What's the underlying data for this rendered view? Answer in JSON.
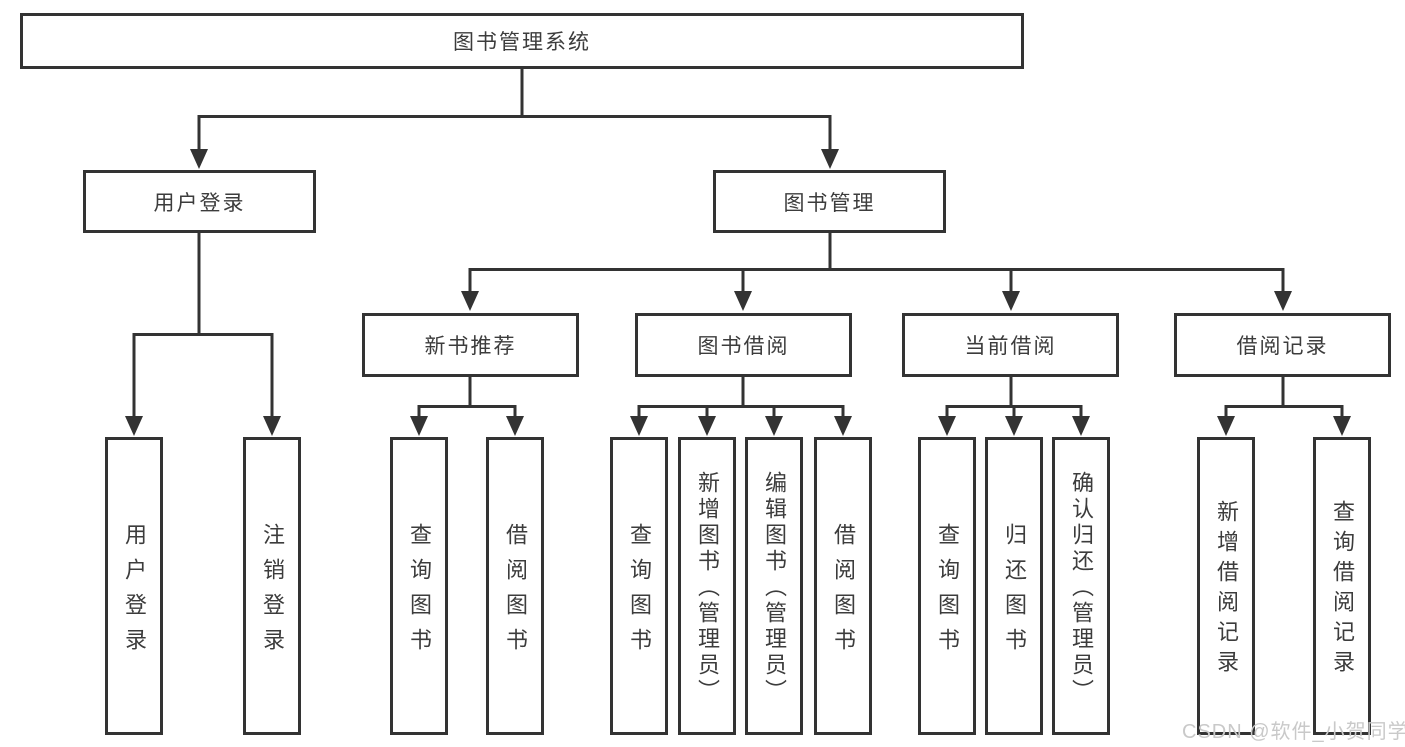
{
  "diagram": {
    "root": "图书管理系统",
    "branches": [
      {
        "label": "用户登录",
        "children": [
          "用户登录",
          "注销登录"
        ]
      },
      {
        "label": "图书管理",
        "children": [
          {
            "label": "新书推荐",
            "children": [
              "查询图书",
              "借阅图书"
            ]
          },
          {
            "label": "图书借阅",
            "children": [
              "查询图书",
              "新增图书（管理员）",
              "编辑图书（管理员）",
              "借阅图书"
            ]
          },
          {
            "label": "当前借阅",
            "children": [
              "查询图书",
              "归还图书",
              "确认归还（管理员）"
            ]
          },
          {
            "label": "借阅记录",
            "children": [
              "新增借阅记录",
              "查询借阅记录"
            ]
          }
        ]
      }
    ]
  },
  "watermark": "CSDN @软件_小贺同学",
  "colors": {
    "line": "#333333",
    "text": "#3c3c3c",
    "watermark": "#c9c9c9",
    "background": "#ffffff"
  }
}
